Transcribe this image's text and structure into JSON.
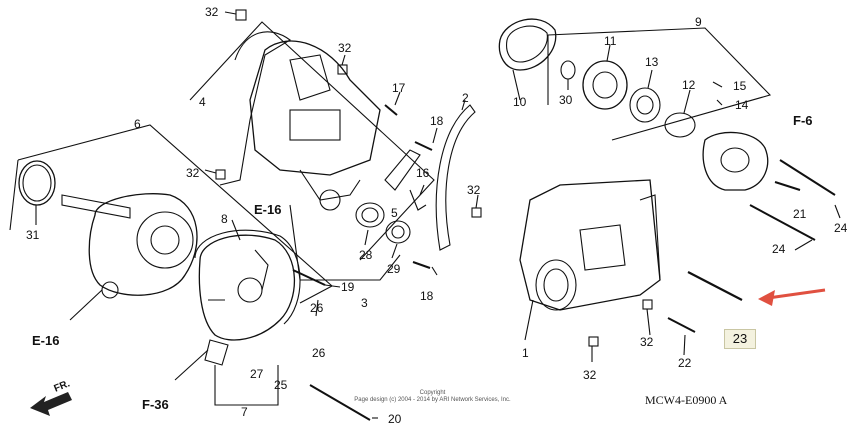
{
  "callouts": {
    "c1": "1",
    "c2": "2",
    "c3": "3",
    "c4": "4",
    "c5": "5",
    "c6": "6",
    "c7": "7",
    "c8": "8",
    "c9": "9",
    "c10": "10",
    "c11": "11",
    "c12": "12",
    "c13": "13",
    "c14": "14",
    "c15": "15",
    "c16": "16",
    "c17": "17",
    "c18a": "18",
    "c18b": "18",
    "c19": "19",
    "c20": "20",
    "c21": "21",
    "c22": "22",
    "c23": "23",
    "c24a": "24",
    "c24b": "24",
    "c25": "25",
    "c26a": "26",
    "c26b": "26",
    "c27": "27",
    "c28": "28",
    "c29": "29",
    "c30": "30",
    "c31": "31",
    "c32a": "32",
    "c32b": "32",
    "c32c": "32",
    "c32d": "32",
    "c32e": "32",
    "c32f": "32"
  },
  "refs": {
    "e16_top": "E-16",
    "e16_left": "E-16",
    "f6": "F-6",
    "f36": "F-36",
    "fr": "FR."
  },
  "diagram_code": "MCW4-E0900 A",
  "copyright_line1": "Copyright",
  "copyright_line2": "Page design (c) 2004 - 2014 by ARI Network Services, Inc.",
  "highlight": {
    "label": "23",
    "arrow_color": "#e05040"
  }
}
